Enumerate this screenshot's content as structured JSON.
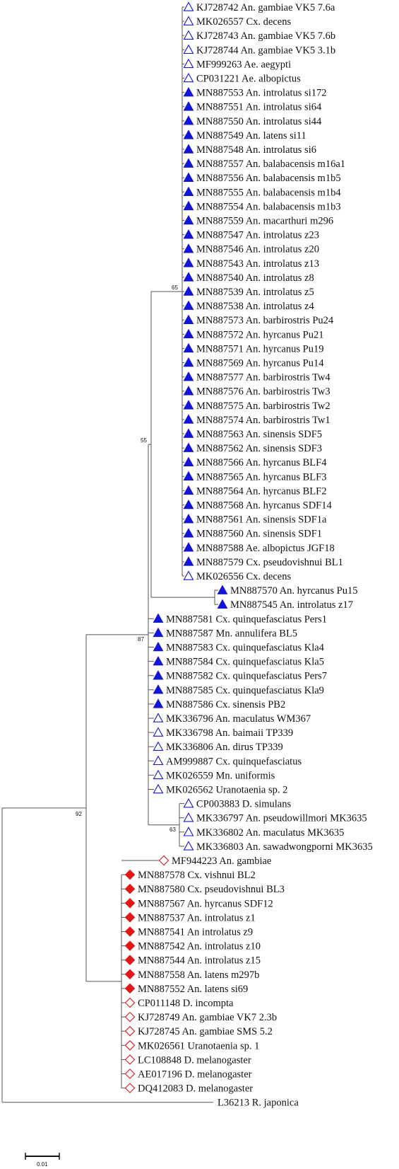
{
  "colors": {
    "blue": "#1515d6",
    "red": "#e11818",
    "line": "#555555"
  },
  "scale_label": "0.01",
  "bootstrap": [
    "65",
    "55",
    "87",
    "63",
    "92"
  ],
  "leaves": [
    {
      "label": "KJ728742 An. gambiae VK5 7.6a",
      "marker": "open-triangle"
    },
    {
      "label": "MK026557 Cx. decens",
      "marker": "open-triangle"
    },
    {
      "label": "KJ728743 An. gambiae VK5 7.6b",
      "marker": "open-triangle"
    },
    {
      "label": "KJ728744 An. gambiae VK5 3.1b",
      "marker": "open-triangle"
    },
    {
      "label": "MF999263 Ae. aegypti",
      "marker": "open-triangle"
    },
    {
      "label": "CP031221 Ae. albopictus",
      "marker": "open-triangle"
    },
    {
      "label": "MN887553 An. introlatus si172",
      "marker": "filled-triangle"
    },
    {
      "label": "MN887551 An. introlatus si64",
      "marker": "filled-triangle"
    },
    {
      "label": "MN887550 An. introlatus si44",
      "marker": "filled-triangle"
    },
    {
      "label": "MN887549 An. latens si11",
      "marker": "filled-triangle"
    },
    {
      "label": "MN887548 An. introlatus si6",
      "marker": "filled-triangle"
    },
    {
      "label": "MN887557 An. balabacensis m16a1",
      "marker": "filled-triangle"
    },
    {
      "label": "MN887556 An. balabacensis m1b5",
      "marker": "filled-triangle"
    },
    {
      "label": "MN887555 An. balabacensis m1b4",
      "marker": "filled-triangle"
    },
    {
      "label": "MN887554 An. balabacensis m1b3",
      "marker": "filled-triangle"
    },
    {
      "label": "MN887559 An. macarthuri m296",
      "marker": "filled-triangle"
    },
    {
      "label": "MN887547 An. introlatus z23",
      "marker": "filled-triangle"
    },
    {
      "label": "MN887546 An. introlatus z20",
      "marker": "filled-triangle"
    },
    {
      "label": "MN887543 An. introlatus z13",
      "marker": "filled-triangle"
    },
    {
      "label": "MN887540 An. introlatus z8",
      "marker": "filled-triangle"
    },
    {
      "label": "MN887539 An. introlatus z5",
      "marker": "filled-triangle"
    },
    {
      "label": "MN887538 An. introlatus z4",
      "marker": "filled-triangle"
    },
    {
      "label": "MN887573 An. barbirostris Pu24",
      "marker": "filled-triangle"
    },
    {
      "label": "MN887572 An. hyrcanus Pu21",
      "marker": "filled-triangle"
    },
    {
      "label": "MN887571 An. hyrcanus Pu19",
      "marker": "filled-triangle"
    },
    {
      "label": "MN887569 An. hyrcanus Pu14",
      "marker": "filled-triangle"
    },
    {
      "label": "MN887577 An. barbirostris Tw4",
      "marker": "filled-triangle"
    },
    {
      "label": "MN887576 An. barbirostris Tw3",
      "marker": "filled-triangle"
    },
    {
      "label": "MN887575 An. barbirostris Tw2",
      "marker": "filled-triangle"
    },
    {
      "label": "MN887574 An. barbirostris Tw1",
      "marker": "filled-triangle"
    },
    {
      "label": "MN887563 An. sinensis SDF5",
      "marker": "filled-triangle"
    },
    {
      "label": "MN887562 An. sinensis SDF3",
      "marker": "filled-triangle"
    },
    {
      "label": "MN887566 An. hyrcanus BLF4",
      "marker": "filled-triangle"
    },
    {
      "label": "MN887565 An. hyrcanus BLF3",
      "marker": "filled-triangle"
    },
    {
      "label": "MN887564 An. hyrcanus BLF2",
      "marker": "filled-triangle"
    },
    {
      "label": "MN887568 An. hyrcanus SDF14",
      "marker": "filled-triangle"
    },
    {
      "label": "MN887561 An. sinensis SDF1a",
      "marker": "filled-triangle"
    },
    {
      "label": "MN887560 An. sinensis SDF1",
      "marker": "filled-triangle"
    },
    {
      "label": "MN887588 Ae. albopictus JGF18",
      "marker": "filled-triangle"
    },
    {
      "label": "MN887579 Cx. pseudovishnui BL1",
      "marker": "filled-triangle"
    },
    {
      "label": "MK026556 Cx. decens",
      "marker": "open-triangle"
    },
    {
      "label": "MN887570 An. hyrcanus Pu15",
      "marker": "filled-triangle"
    },
    {
      "label": "MN887545 An. introlatus z17",
      "marker": "filled-triangle"
    },
    {
      "label": "MN887581 Cx. quinquefasciatus Pers1",
      "marker": "filled-triangle"
    },
    {
      "label": "MN887587 Mn. annulifera BL5",
      "marker": "filled-triangle"
    },
    {
      "label": "MN887583 Cx. quinquefasciatus Kla4",
      "marker": "filled-triangle"
    },
    {
      "label": "MN887584 Cx. quinquefasciatus Kla5",
      "marker": "filled-triangle"
    },
    {
      "label": "MN887582 Cx. quinquefasciatus Pers7",
      "marker": "filled-triangle"
    },
    {
      "label": "MN887585 Cx. quinquefasciatus Kla9",
      "marker": "filled-triangle"
    },
    {
      "label": "MN887586 Cx. sinensis PB2",
      "marker": "filled-triangle"
    },
    {
      "label": "MK336796 An. maculatus WM367",
      "marker": "open-triangle"
    },
    {
      "label": "MK336798 An. baimaii TP339",
      "marker": "open-triangle"
    },
    {
      "label": "MK336806 An. dirus TP339",
      "marker": "open-triangle"
    },
    {
      "label": "AM999887 Cx. quinquefasciatus",
      "marker": "open-triangle"
    },
    {
      "label": "MK026559 Mn. uniformis",
      "marker": "open-triangle"
    },
    {
      "label": "MK026562 Uranotaenia sp. 2",
      "marker": "open-triangle"
    },
    {
      "label": "CP003883 D. simulans",
      "marker": "open-triangle"
    },
    {
      "label": "MK336797 An. pseudowillmori MK3635",
      "marker": "open-triangle"
    },
    {
      "label": "MK336802 An. maculatus MK3635",
      "marker": "open-triangle"
    },
    {
      "label": "MK336803 An. sawadwongporni MK3635",
      "marker": "open-triangle"
    },
    {
      "label": "MF944223 An. gambiae",
      "marker": "open-diamond"
    },
    {
      "label": "MN887578 Cx. vishnui BL2",
      "marker": "filled-diamond"
    },
    {
      "label": "MN887580 Cx. pseudovishnui BL3",
      "marker": "filled-diamond"
    },
    {
      "label": "MN887567 An. hyrcanus SDF12",
      "marker": "filled-diamond"
    },
    {
      "label": "MN887537 An. introlatus z1",
      "marker": "filled-diamond"
    },
    {
      "label": "MN887541 An introlatus z9",
      "marker": "filled-diamond"
    },
    {
      "label": "MN887542 An. introlatus z10",
      "marker": "filled-diamond"
    },
    {
      "label": "MN887544 An. introlatus z15",
      "marker": "filled-diamond"
    },
    {
      "label": "MN887558 An. latens m297b",
      "marker": "filled-diamond"
    },
    {
      "label": "MN887552 An. latens si69",
      "marker": "filled-diamond"
    },
    {
      "label": "CP011148 D. incompta",
      "marker": "open-diamond"
    },
    {
      "label": "KJ728749 An. gambiae VK7 2.3b",
      "marker": "open-diamond"
    },
    {
      "label": "KJ728745 An. gambiae SMS 5.2",
      "marker": "open-diamond"
    },
    {
      "label": "MK026561 Uranotaenia sp. 1",
      "marker": "open-diamond"
    },
    {
      "label": "LC108848 D. melanogaster",
      "marker": "open-diamond"
    },
    {
      "label": "AE017196 D. melanogaster",
      "marker": "open-diamond"
    },
    {
      "label": "DQ412083 D. melanogaster",
      "marker": "open-diamond"
    },
    {
      "label": "L36213 R. japonica",
      "marker": "none"
    }
  ]
}
